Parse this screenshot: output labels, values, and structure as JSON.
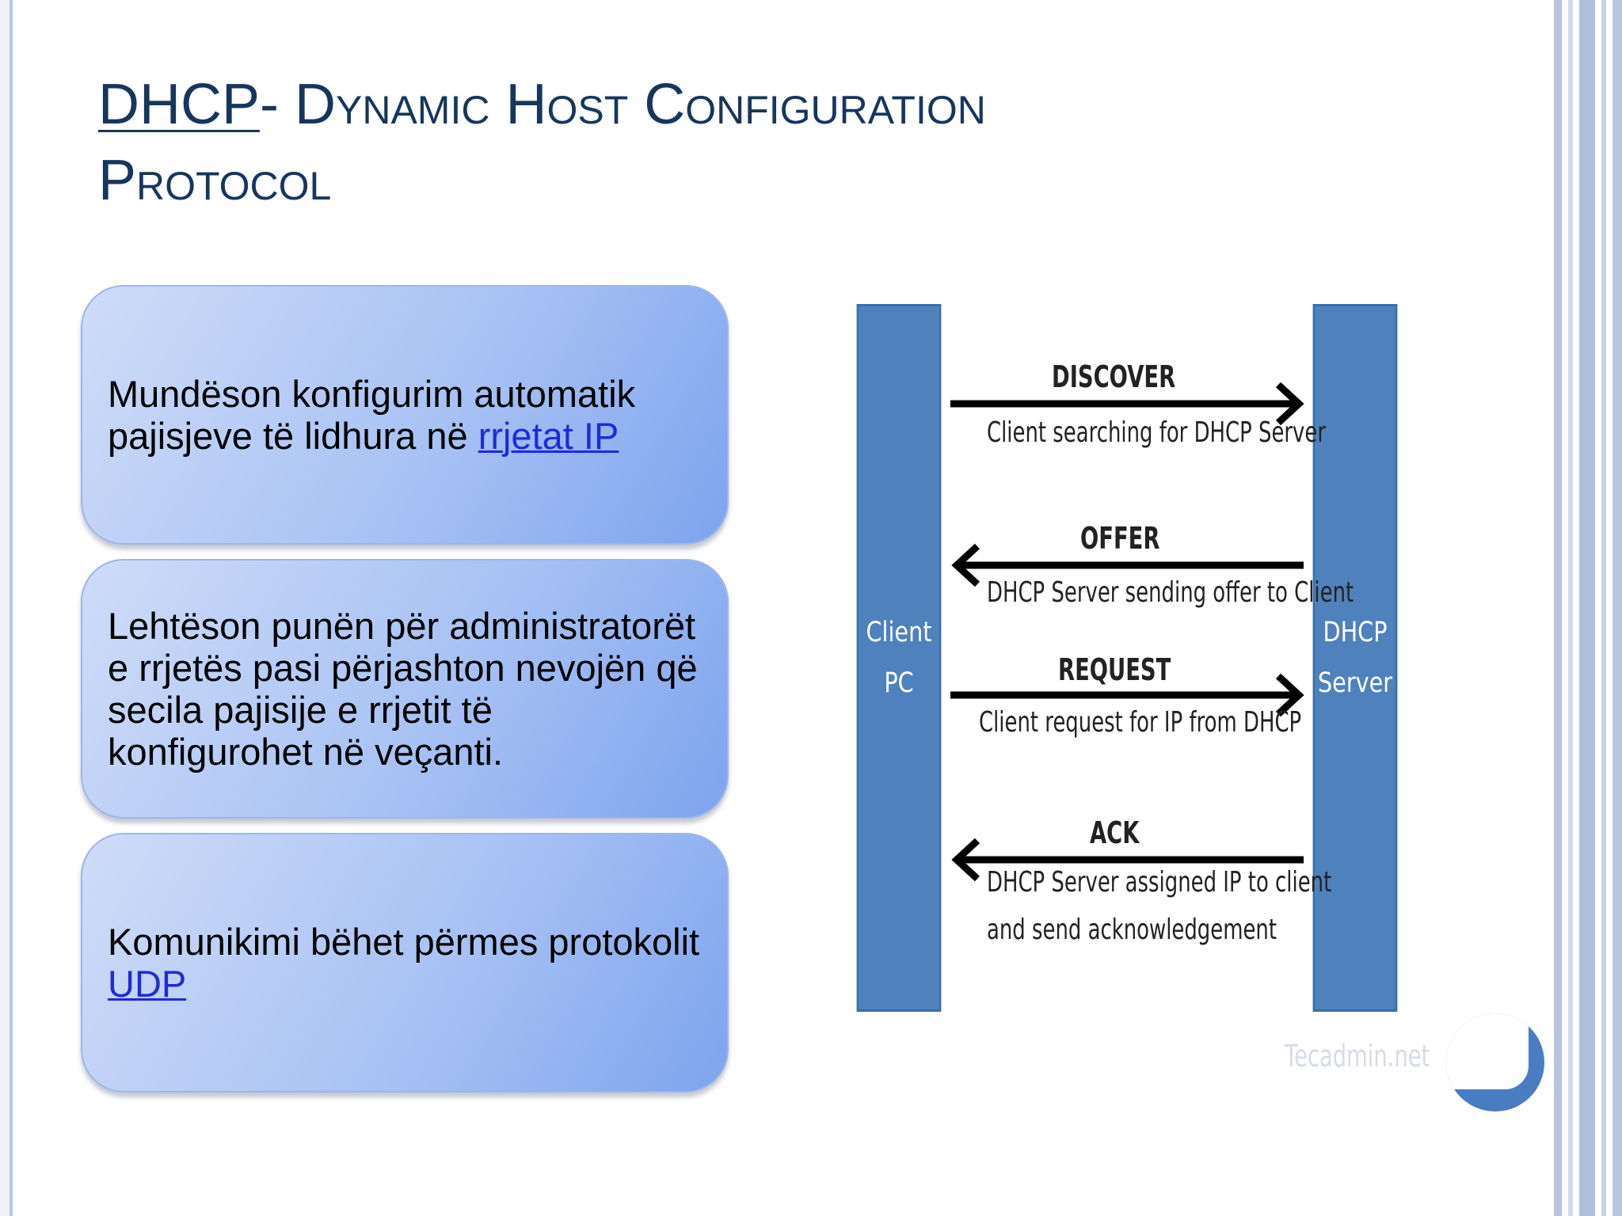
{
  "slide": {
    "title_abbr": "DHCP",
    "title_rest": "- Dynamic Host Configuration Protocol"
  },
  "boxes": [
    {
      "text": "Mundëson konfigurim automatik pajisjeve të lidhura në ",
      "link": "rrjetat IP",
      "after": ""
    },
    {
      "text": "Lehtëson punën për administratorët e rrjetës pasi përjashton nevojën që secila pajisije e rrjetit të konfigurohet në veçanti.",
      "link": "",
      "after": ""
    },
    {
      "text": "Komunikimi bëhet përmes protokolit ",
      "link": "UDP",
      "after": ""
    }
  ],
  "diagram": {
    "client": [
      "Client",
      "PC"
    ],
    "server": [
      "DHCP",
      "Server"
    ],
    "messages": [
      {
        "label": "DISCOVER",
        "desc": [
          "Client searching for DHCP Server"
        ],
        "direction": "to-server"
      },
      {
        "label": "OFFER",
        "desc": [
          "DHCP Server sending offer to Client"
        ],
        "direction": "to-client"
      },
      {
        "label": "REQUEST",
        "desc": [
          "Client request for IP from DHCP"
        ],
        "direction": "to-server"
      },
      {
        "label": "ACK",
        "desc": [
          "DHCP Server assigned IP to client",
          "and send acknowledgement"
        ],
        "direction": "to-client"
      }
    ],
    "watermark": "Tecadmin.net"
  },
  "colors": {
    "title": "#17365d",
    "bar": "#4f81bd",
    "link": "#1f2bd6"
  }
}
